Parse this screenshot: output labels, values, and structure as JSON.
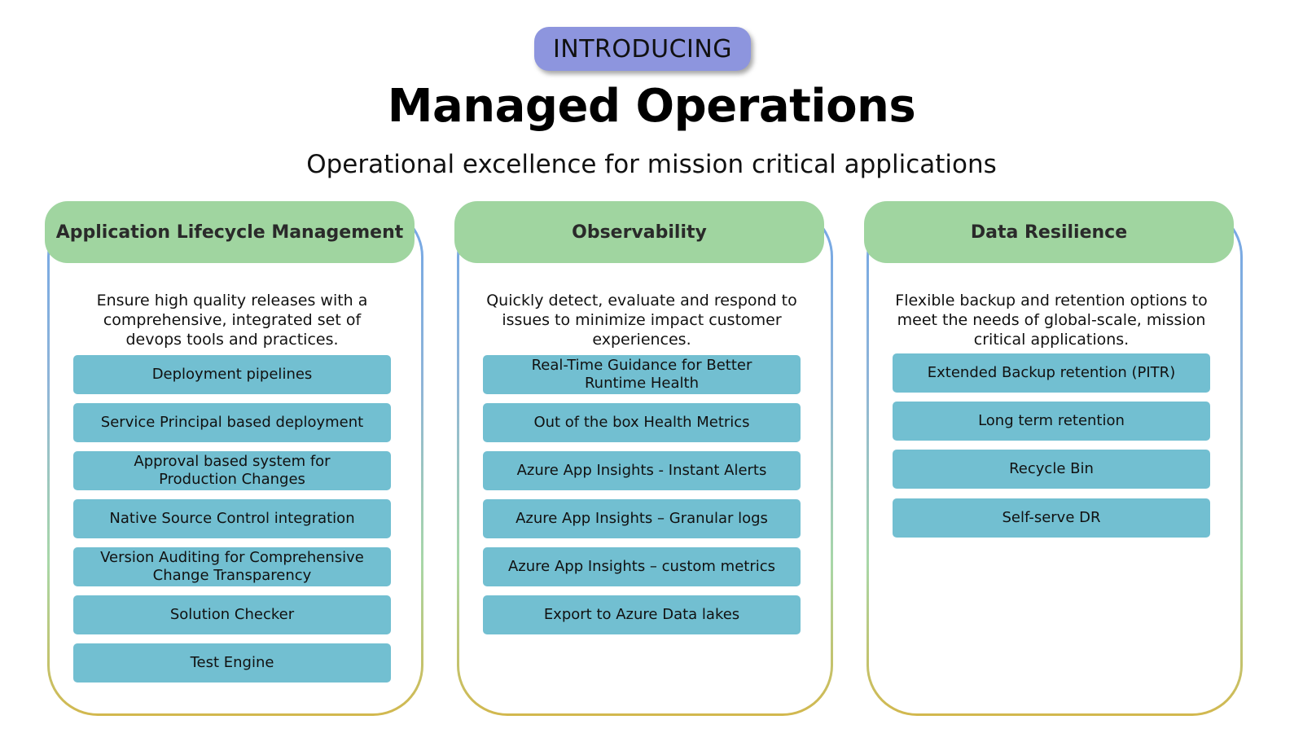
{
  "header": {
    "badge": "INTRODUCING",
    "title": "Managed Operations",
    "subtitle": "Operational excellence for mission critical applications"
  },
  "columns": [
    {
      "title": "Application Lifecycle Management",
      "description": "Ensure high quality releases with a comprehensive, integrated set of devops tools and practices.",
      "items": [
        "Deployment pipelines",
        "Service Principal based deployment",
        "Approval based system for Production Changes",
        "Native Source Control integration",
        "Version Auditing for Comprehensive Change Transparency",
        "Solution Checker",
        "Test Engine"
      ]
    },
    {
      "title": "Observability",
      "description": "Quickly detect, evaluate and respond to issues to minimize impact customer experiences.",
      "items": [
        "Real-Time Guidance for Better Runtime Health",
        "Out of the box Health Metrics",
        "Azure App Insights - Instant Alerts",
        "Azure App Insights – Granular logs",
        "Azure App Insights – custom metrics",
        "Export to Azure Data lakes"
      ]
    },
    {
      "title": "Data Resilience",
      "description": "Flexible backup and retention options to meet the needs of global-scale, mission critical applications.",
      "items": [
        "Extended Backup retention (PITR)",
        "Long term retention",
        "Recycle Bin",
        "Self-serve DR"
      ]
    }
  ],
  "colors": {
    "badge": "#8d95de",
    "header_band": "#a0d5a0",
    "item_box": "#72bfd1",
    "border_top": "#73a6e6",
    "border_bottom": "#d2b84e"
  }
}
